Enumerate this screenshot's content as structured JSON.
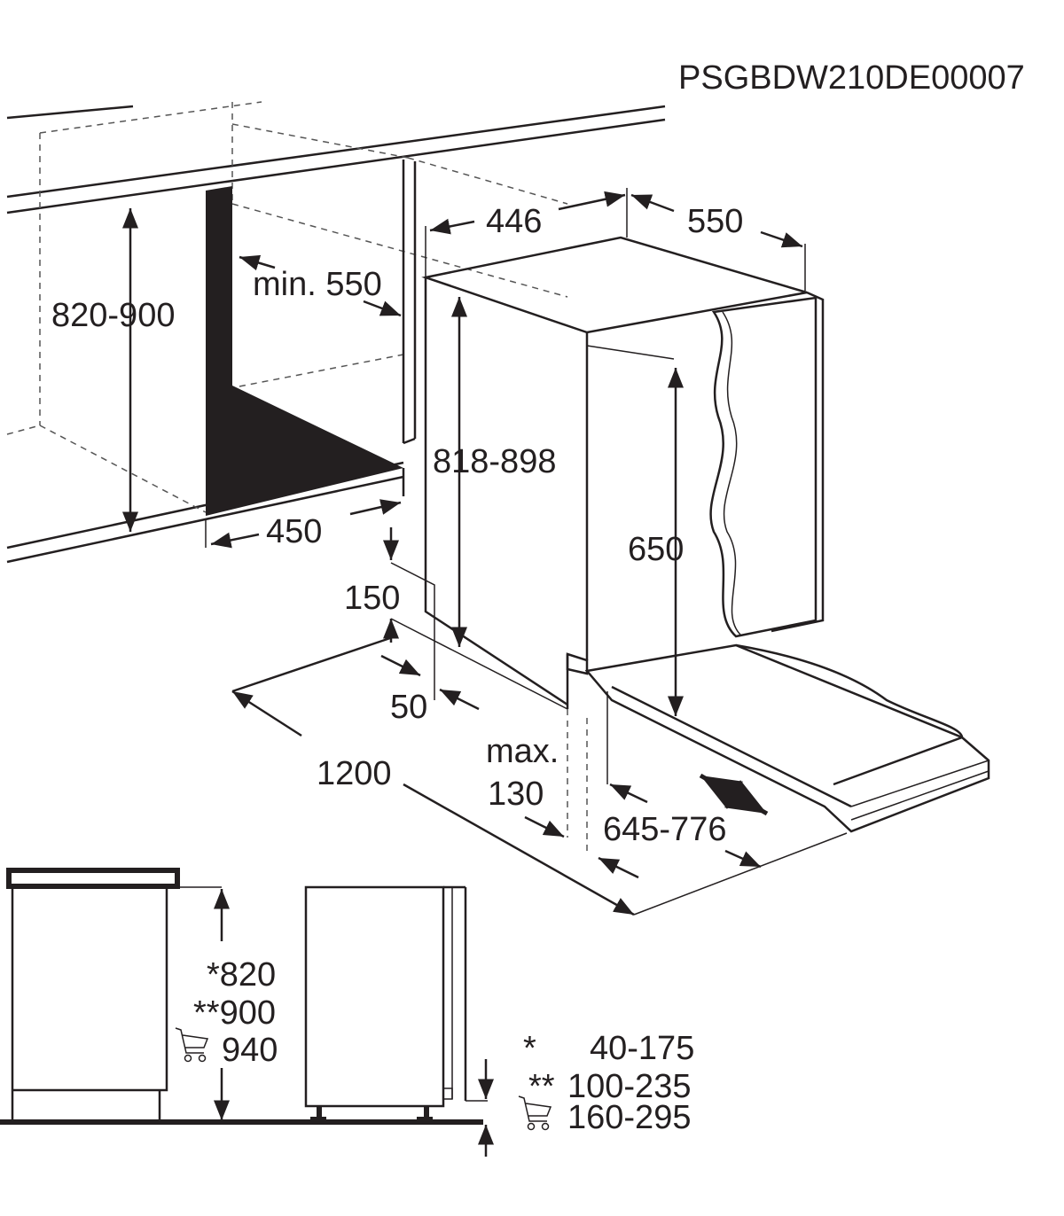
{
  "code": "PSGBDW210DE00007",
  "dimensions": {
    "niche_height": "820-900",
    "min_depth": "min. 550",
    "width_446": "446",
    "depth_550": "550",
    "appliance_height": "818-898",
    "niche_width": "450",
    "door_height": "650",
    "dim_150": "150",
    "dim_50": "50",
    "dim_1200": "1200",
    "max_label": "max.",
    "dim_130": "130",
    "dim_645_776": "645-776"
  },
  "side_view": {
    "h1": "*820",
    "h2": "**900",
    "h3": "940"
  },
  "legend": [
    {
      "mark": "*",
      "range": "40-175"
    },
    {
      "mark": "**",
      "range": "100-235"
    },
    {
      "mark": "cart-icon",
      "range": "160-295"
    }
  ]
}
